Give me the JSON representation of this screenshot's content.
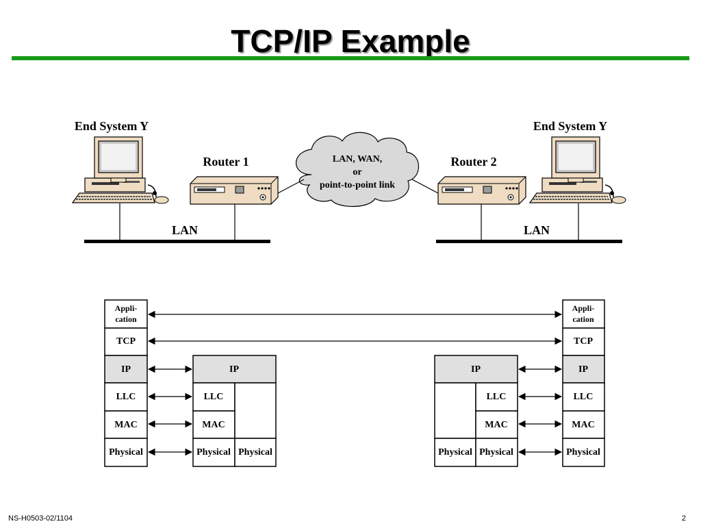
{
  "slide": {
    "title": "TCP/IP Example",
    "footer_left": "NS-H0503-02/1104",
    "page_number": "2"
  },
  "network": {
    "end_system_left": "End System Y",
    "end_system_right": "End System Y",
    "router1": "Router 1",
    "router2": "Router 2",
    "lan_left": "LAN",
    "lan_right": "LAN",
    "cloud_line1": "LAN, WAN,",
    "cloud_line2": "or",
    "cloud_line3": "point-to-point link"
  },
  "stacks": {
    "end_left": {
      "app1": "Appli-",
      "app2": "cation",
      "tcp": "TCP",
      "ip": "IP",
      "llc": "LLC",
      "mac": "MAC",
      "phy": "Physical"
    },
    "router1": {
      "ip": "IP",
      "llc": "LLC",
      "mac": "MAC",
      "phy_a": "Physical",
      "phy_b": "Physical"
    },
    "router2": {
      "ip": "IP",
      "llc": "LLC",
      "mac": "MAC",
      "phy_a": "Physical",
      "phy_b": "Physical"
    },
    "end_right": {
      "app1": "Appli-",
      "app2": "cation",
      "tcp": "TCP",
      "ip": "IP",
      "llc": "LLC",
      "mac": "MAC",
      "phy": "Physical"
    }
  },
  "colors": {
    "rule": "#1a9a1a",
    "ip_fill": "#e0e0e0",
    "device": "#efdcc2",
    "cloud": "#d9d9d9"
  }
}
